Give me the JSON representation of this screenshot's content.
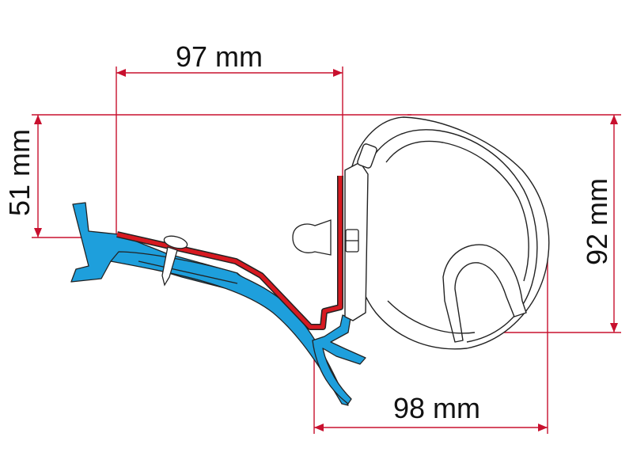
{
  "dimensions": {
    "top_width": "97 mm",
    "left_height": "51 mm",
    "right_height": "92 mm",
    "bottom_width": "98 mm"
  },
  "colors": {
    "dimension_line": "#c8102e",
    "bracket_red": "#d71920",
    "vehicle_rail_blue": "#1e9fdc",
    "outline": "#222222",
    "background": "#ffffff"
  }
}
